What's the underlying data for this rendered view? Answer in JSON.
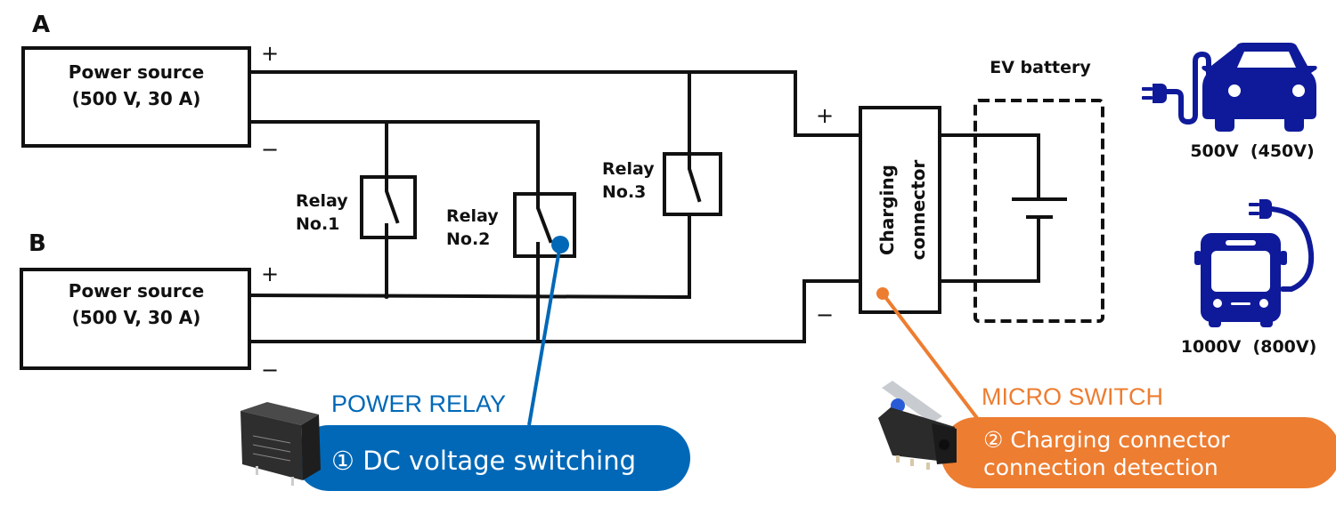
{
  "colors": {
    "wire": "#111111",
    "relay_accent": "#0068b7",
    "switch_accent": "#ed7d31",
    "vehicle_icon": "#0f1a9a"
  },
  "circuit_a": {
    "label": "A",
    "source_line1": "Power source",
    "source_line2": "(500 V, 30 A)",
    "plus": "+",
    "minus": "−"
  },
  "circuit_b": {
    "label": "B",
    "source_line1": "Power source",
    "source_line2": "(500 V, 30 A)",
    "plus": "+",
    "minus": "−"
  },
  "relays": [
    {
      "line1": "Relay",
      "line2": "No.1"
    },
    {
      "line1": "Relay",
      "line2": "No.2"
    },
    {
      "line1": "Relay",
      "line2": "No.3"
    }
  ],
  "connector": {
    "line1": "Charging",
    "line2": "connector",
    "plus": "+",
    "minus": "−"
  },
  "battery": {
    "label": "EV battery"
  },
  "vehicles": [
    {
      "icon": "ev-car-icon",
      "label": "500V  (450V)"
    },
    {
      "icon": "ev-bus-icon",
      "label": "1000V  (800V)"
    }
  ],
  "callouts": {
    "relay": {
      "title": "POWER RELAY",
      "pill_text": "① DC voltage switching",
      "product_icon": "power-relay-photo"
    },
    "micro_switch": {
      "title": "MICRO SWITCH",
      "pill_line1": "② Charging connector",
      "pill_line2": "connection detection",
      "product_icon": "micro-switch-photo"
    }
  }
}
